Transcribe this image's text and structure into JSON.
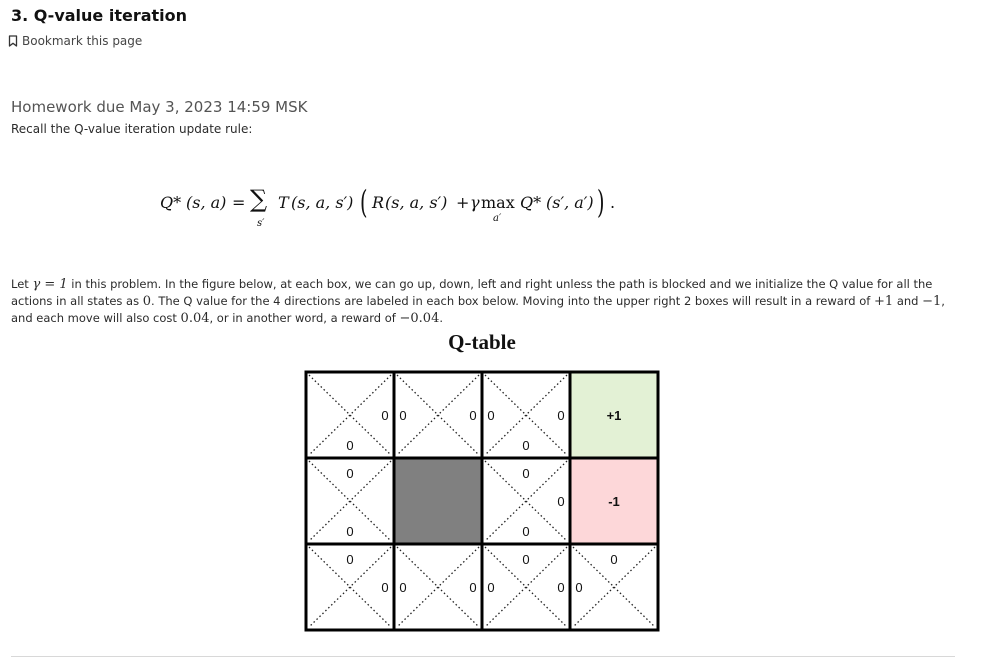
{
  "unit": {
    "title": "3. Q-value iteration"
  },
  "bookmark": {
    "label": "Bookmark this page",
    "icon": "bookmark-icon"
  },
  "problem": {
    "header": "Homework due May 3, 2023 14:59 MSK",
    "recall_text": "Recall the Q-value iteration update rule:",
    "paragraph": {
      "p1": "Let ",
      "gamma_eq": "γ = 1",
      "p2": " in this problem. In the figure below, at each box, we can go up, down, left and right unless the path is blocked and we initialize the Q value for all the actions in all states as ",
      "zero": "0",
      "p3": ". The Q value for the 4 directions are labeled in each box below. Moving into the upper right 2 boxes will result in a reward of ",
      "plus_one": "+1",
      "p4": " and ",
      "minus_one": "−1",
      "p5": ", and each move will also cost ",
      "cost": "0.04",
      "p6": ", or in another word, a reward of ",
      "neg_cost": "−0.04",
      "p7": "."
    }
  },
  "formula": {
    "q_star": "Q*",
    "lhs_args": "(s, a)",
    "eq": "=",
    "sum": "∑",
    "sum_sub": "s′",
    "T": "T",
    "t_args": "(s, a, s′)",
    "R": "R",
    "r_args": "(s, a, s′)",
    "plus": "+",
    "gamma": "γ",
    "max": "max",
    "max_sub": "a′",
    "q_star2": "Q*",
    "q_args": "(s′, a′)",
    "period": "."
  },
  "qtable": {
    "title": "Q-table",
    "colors": {
      "goal": "#e3f1d5",
      "pit": "#fdd7d9",
      "wall": "#808080",
      "border": "#000000"
    },
    "rows": [
      [
        {
          "type": "normal",
          "up": "",
          "right": "0",
          "down": "0",
          "left": ""
        },
        {
          "type": "normal",
          "up": "",
          "right": "0",
          "down": "",
          "left": "0"
        },
        {
          "type": "normal",
          "up": "",
          "right": "0",
          "down": "0",
          "left": "0"
        },
        {
          "type": "terminal",
          "label": "+1",
          "fill": "goal"
        }
      ],
      [
        {
          "type": "normal",
          "up": "0",
          "right": "",
          "down": "0",
          "left": ""
        },
        {
          "type": "wall"
        },
        {
          "type": "normal",
          "up": "0",
          "right": "0",
          "down": "0",
          "left": ""
        },
        {
          "type": "terminal",
          "label": "-1",
          "fill": "pit"
        }
      ],
      [
        {
          "type": "normal",
          "up": "0",
          "right": "0",
          "down": "",
          "left": ""
        },
        {
          "type": "normal",
          "up": "",
          "right": "0",
          "down": "",
          "left": "0"
        },
        {
          "type": "normal",
          "up": "0",
          "right": "0",
          "down": "",
          "left": "0"
        },
        {
          "type": "normal",
          "up": "0",
          "right": "",
          "down": "",
          "left": "0"
        }
      ]
    ]
  }
}
